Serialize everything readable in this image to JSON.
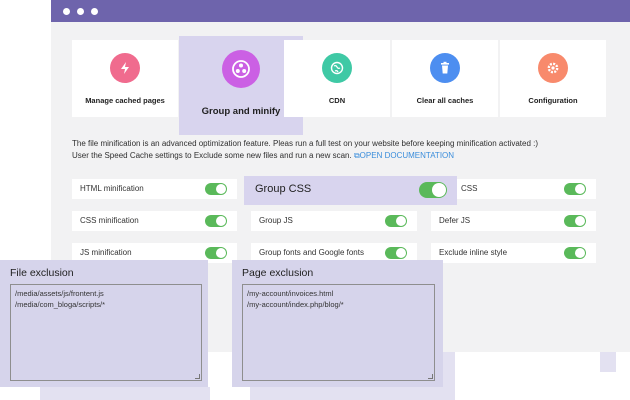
{
  "cards": [
    {
      "label": "Manage cached pages",
      "icon": "lightning-icon",
      "color": "#f06b8e"
    },
    {
      "label": "Group and minify",
      "icon": "circles-icon",
      "color": "#cb60e4",
      "active": true
    },
    {
      "label": "CDN",
      "icon": "globe-icon",
      "color": "#3fc9a5"
    },
    {
      "label": "Clear all caches",
      "icon": "trash-icon",
      "color": "#4d8ef0"
    },
    {
      "label": "Configuration",
      "icon": "gear-icon",
      "color": "#f88a6c"
    }
  ],
  "description": {
    "line1": "The file minification is an advanced optimization feature. Pleas run a full test on your website before keeping minification activated :)",
    "line2": "User the Speed Cache settings to Exclude some new files and run a new scan.",
    "link_icon": "external-link-icon",
    "link_label": "OPEN DOCUMENTATION"
  },
  "options": [
    {
      "label": "HTML minification",
      "enabled": true
    },
    {
      "label": "CSS minification",
      "enabled": true
    },
    {
      "label": "JS minification",
      "enabled": true
    },
    {
      "label": "Group CSS",
      "enabled": true
    },
    {
      "label": "Group JS",
      "enabled": true
    },
    {
      "label": "Group fonts and Google fonts",
      "enabled": true
    },
    {
      "label": "CSS",
      "enabled": true
    },
    {
      "label": "Defer JS",
      "enabled": true
    },
    {
      "label": "Exclude inline style",
      "enabled": true
    }
  ],
  "file_exclusion": {
    "title": "File exclusion",
    "lines": [
      "/media/assets/js/frontent.js",
      "/media/com_bloga/scripts/*"
    ]
  },
  "page_exclusion": {
    "title": "Page exclusion",
    "lines": [
      "/my-account/invoices.html",
      "/my-account/index.php/blog/*"
    ]
  },
  "colors": {
    "titlebar": "#6e64ac",
    "toggle_on": "#5ab95a",
    "highlight": "#d8d4ee",
    "link": "#3a8ddb"
  }
}
